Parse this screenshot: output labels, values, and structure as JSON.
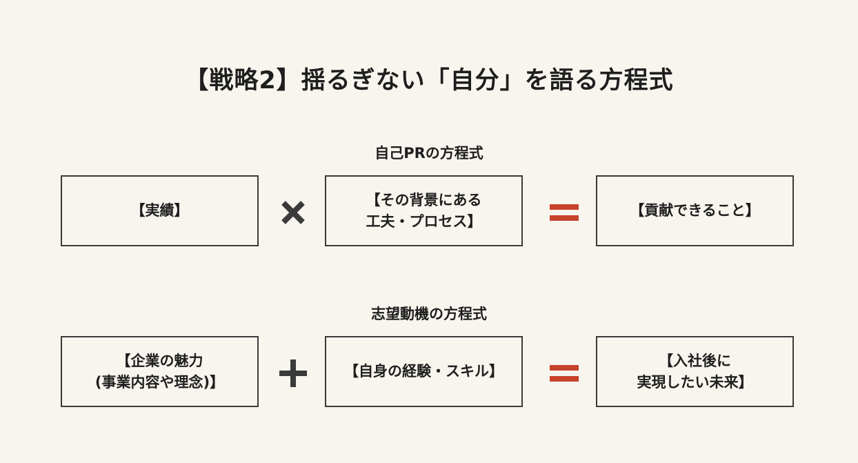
{
  "title": "【戦略2】揺るぎない「自分」を語る方程式",
  "colors": {
    "background": "#f8f5ee",
    "border": "#3a3a3a",
    "operator": "#3a3a3a",
    "equals": "#c8432b"
  },
  "equations": [
    {
      "title": "自己PRの方程式",
      "operator": "multiply-icon",
      "terms": [
        "【実績】",
        "【その背景にある\n工夫・プロセス】"
      ],
      "result": "【貢献できること】"
    },
    {
      "title": "志望動機の方程式",
      "operator": "plus-icon",
      "terms": [
        "【企業の魅力\n(事業内容や理念)】",
        "【自身の経験・スキル】"
      ],
      "result": "【入社後に\n実現したい未来】"
    }
  ]
}
